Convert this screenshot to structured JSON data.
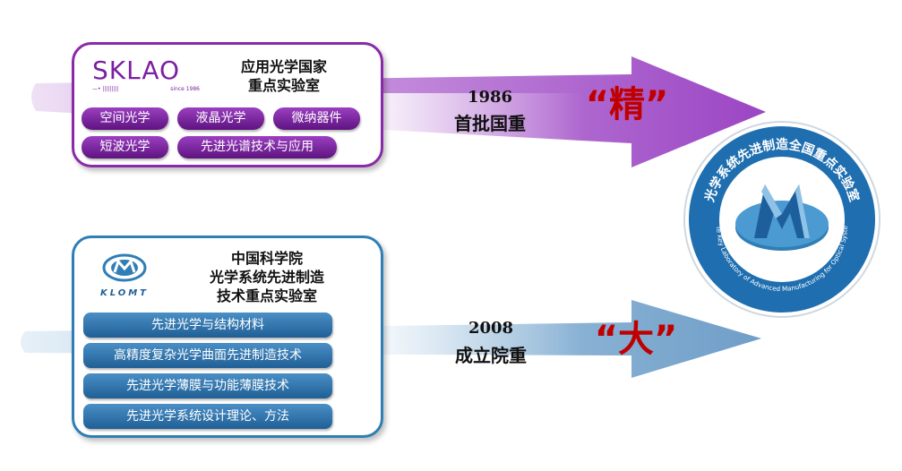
{
  "top_card": {
    "logo": "SKLAO",
    "logo_sub_left": "—• |||||||||",
    "logo_sub_right": "since 1986",
    "title_line1": "应用光学国家",
    "title_line2": "重点实验室",
    "tags": [
      "空间光学",
      "液晶光学",
      "微纳器件",
      "短波光学",
      "先进光谱技术与应用"
    ]
  },
  "top_arrow": {
    "year": "1986",
    "label": "首批国重",
    "big_char": "“精”"
  },
  "bottom_card": {
    "logo": "KLOMT",
    "title_line1": "中国科学院",
    "title_line2": "光学系统先进制造",
    "title_line3": "技术重点实验室",
    "bars": [
      "先进光学与结构材料",
      "高精度复杂光学曲面先进制造技术",
      "先进光学薄膜与功能薄膜技术",
      "先进光学系统设计理论、方法"
    ]
  },
  "bottom_arrow": {
    "year": "2008",
    "label": "成立院重",
    "big_char": "“大”"
  },
  "seal": {
    "outer_text": "光学系统先进制造全国重点实验室",
    "inner_text": "State Key Laboratory of Advanced Manufacturing for Optical Systems"
  },
  "colors": {
    "purple": "#8a2aa8",
    "blue": "#2f7eb6",
    "red": "#c00000"
  }
}
